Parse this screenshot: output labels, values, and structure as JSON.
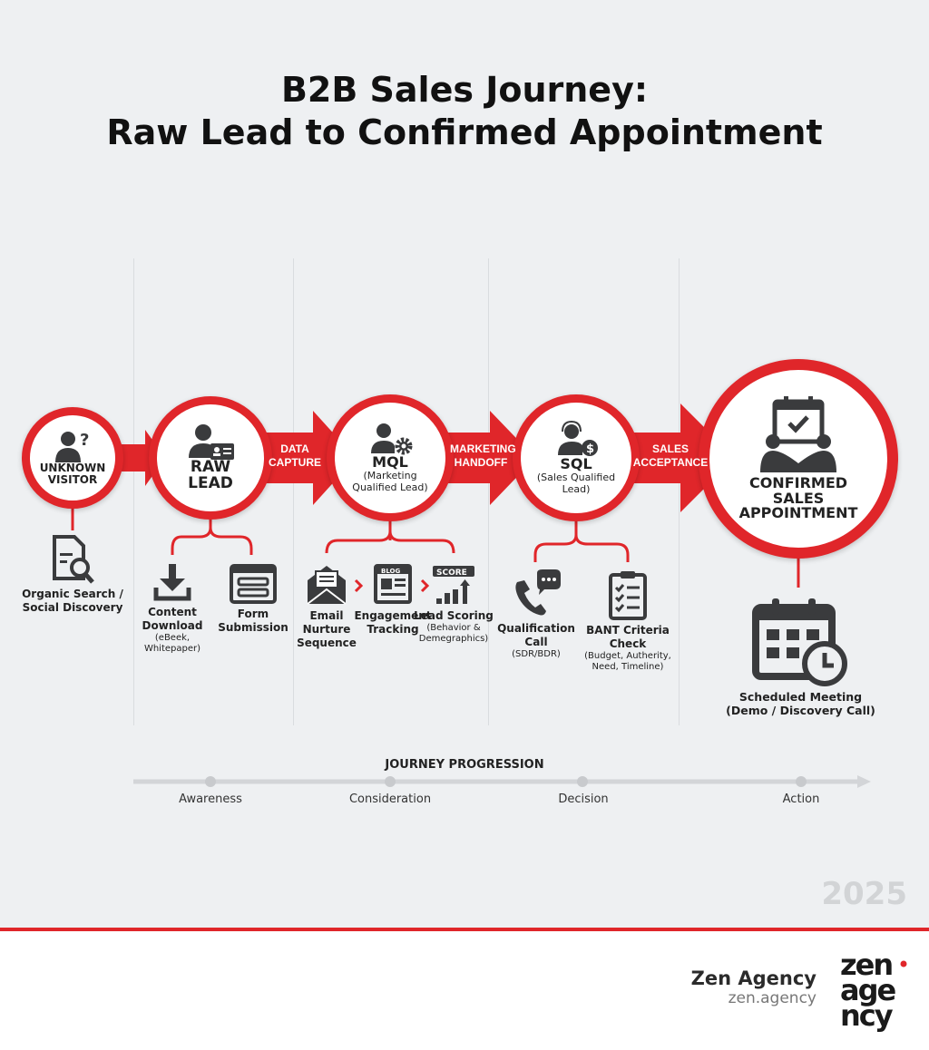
{
  "title": {
    "line1": "B2B Sales Journey:",
    "line2": "Raw Lead to Confirmed Appointment"
  },
  "colors": {
    "accent": "#e0262a",
    "icon": "#3a3b3d",
    "background": "#eef0f2"
  },
  "stages": [
    {
      "title": "UNKNOWN VISITOR",
      "icon": "person-question-icon"
    },
    {
      "title": "RAW LEAD",
      "icon": "person-id-card-icon"
    },
    {
      "title": "MQL",
      "subtitle": "(Marketing Qualified Lead)",
      "icon": "person-gear-icon"
    },
    {
      "title": "SQL",
      "subtitle": "(Sales Qualified Lead)",
      "icon": "headset-dollar-icon"
    },
    {
      "title": "CONFIRMED SALES APPOINTMENT",
      "icon": "handshake-calendar-icon"
    }
  ],
  "transitions": [
    "DATA CAPTURE",
    "MARKETING HANDOFF",
    "SALES ACCEPTANCE"
  ],
  "activities": {
    "visitor": [
      {
        "label": "Organic Search / Social Discovery",
        "icon": "document-search-icon"
      }
    ],
    "raw_lead": [
      {
        "label": "Content Download",
        "detail": "(eBeek, Whitepaper)",
        "icon": "download-icon"
      },
      {
        "label": "Form Submission",
        "icon": "form-icon"
      }
    ],
    "mql": [
      {
        "label": "Email Nurture Sequence",
        "icon": "envelope-icon"
      },
      {
        "label": "Engagement Tracking",
        "badge": "BLOG",
        "icon": "blog-icon"
      },
      {
        "label": "Lead Scoring",
        "detail": "(Behavior & Demegraphics)",
        "badge": "SCORE",
        "icon": "score-chart-icon"
      }
    ],
    "sql": [
      {
        "label": "Qualification Call",
        "detail": "(SDR/BDR)",
        "icon": "phone-chat-icon"
      },
      {
        "label": "BANT Criteria Check",
        "detail": "(Budget, Autherity, Need, Timeline)",
        "icon": "clipboard-check-icon"
      }
    ],
    "appointment": [
      {
        "label": "Scheduled Meeting (Demo / Discovery Call)",
        "icon": "calendar-clock-icon"
      }
    ]
  },
  "progression": {
    "title": "JOURNEY PROGRESSION",
    "stages": [
      "Awareness",
      "Consideration",
      "Decision",
      "Action"
    ]
  },
  "year": "2025",
  "footer": {
    "company": "Zen Agency",
    "url": "zen.agency",
    "logo_text": "zen agency"
  }
}
